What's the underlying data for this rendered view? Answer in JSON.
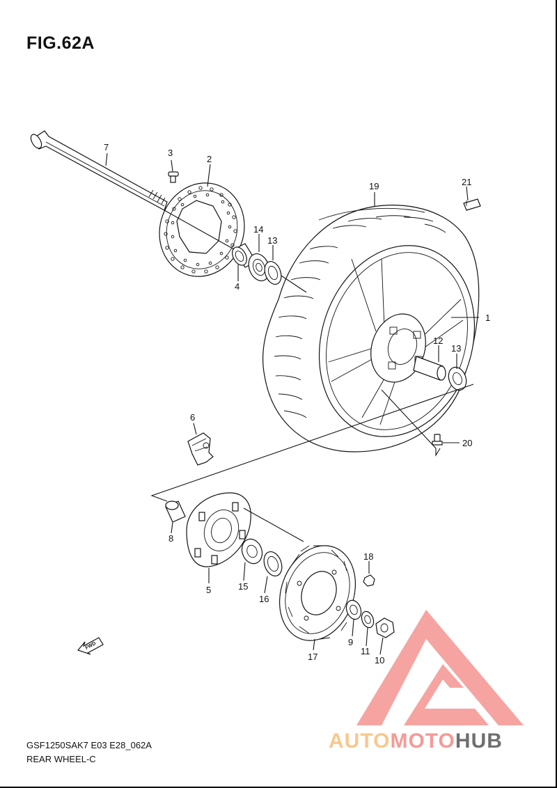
{
  "figure": {
    "title": "FIG.62A",
    "model_code": "GSF1250SAK7 E03 E28_062A",
    "section_name": "REAR WHEEL-C"
  },
  "callouts": [
    "1",
    "2",
    "3",
    "4",
    "5",
    "6",
    "7",
    "8",
    "9",
    "10",
    "11",
    "12",
    "13",
    "13",
    "14",
    "15",
    "16",
    "17",
    "18",
    "19",
    "20",
    "21"
  ],
  "direction_label": "FWD",
  "watermark": {
    "part1": "AUTO",
    "part2": "MOTO",
    "part3": "HUB",
    "colors": {
      "auto": "#f7c88c",
      "moto": "#f49a97",
      "hub": "#6f6f6f"
    }
  }
}
